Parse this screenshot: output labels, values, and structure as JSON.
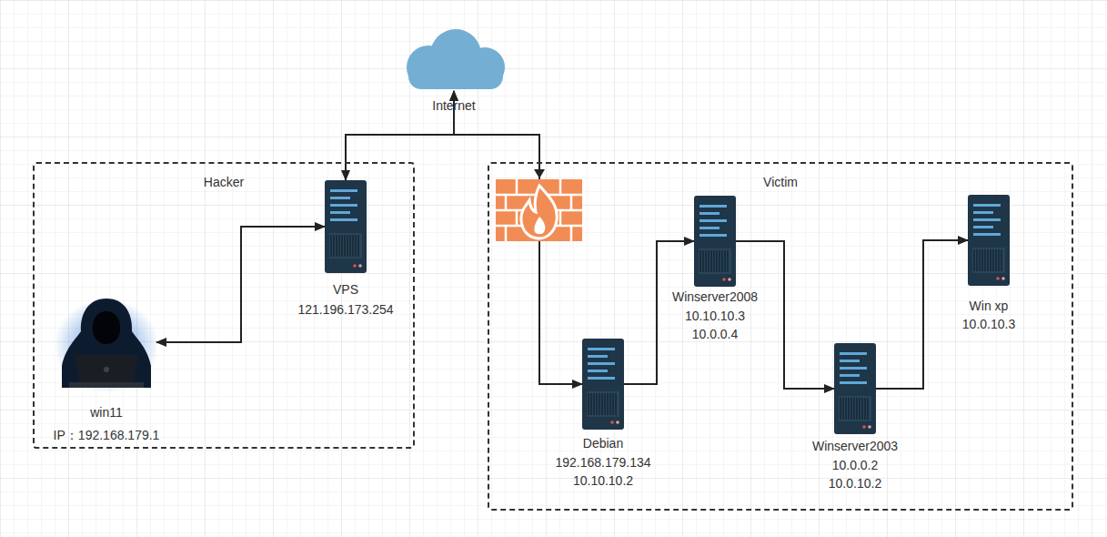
{
  "diagram": {
    "nodes": [
      {
        "text": [
          "Internet"
        ]
      },
      {
        "text": [
          "Hacker"
        ]
      },
      {
        "text": [
          "win11",
          "IP：192.168.179.1"
        ],
        "in": 1
      },
      {
        "text": [
          "VPS",
          "121.196.173.254"
        ],
        "in": 1
      },
      {
        "text": [
          "Victim"
        ]
      },
      {
        "text": [
          "Debian",
          "192.168.179.134",
          "10.10.10.2"
        ],
        "in": 4
      },
      {
        "text": [
          "Winserver2008",
          "10.10.10.3",
          "10.0.0.4"
        ],
        "in": 4
      },
      {
        "text": [
          "Winserver2003",
          "10.0.0.2",
          "10.0.10.2"
        ],
        "in": 4
      },
      {
        "text": [
          "Win xp",
          "10.0.10.3"
        ],
        "in": 4
      }
    ],
    "edges": [
      {
        "from": 0,
        "to": 3,
        "arrow": "both"
      },
      {
        "from": 0,
        "to": 5,
        "arrow": "both"
      },
      {
        "from": 2,
        "to": 3,
        "arrow": "both"
      },
      {
        "from": 5,
        "to": 6,
        "arrow": "to"
      },
      {
        "from": 6,
        "to": 7,
        "arrow": "to"
      },
      {
        "from": 7,
        "to": 8,
        "arrow": "to"
      }
    ]
  }
}
